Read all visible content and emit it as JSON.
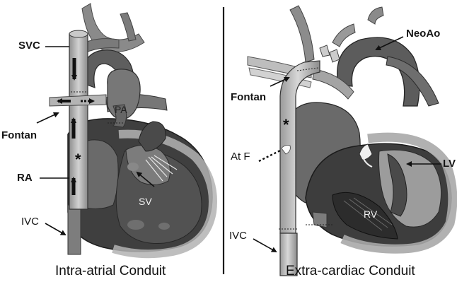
{
  "panels": [
    {
      "caption": "Intra-atrial Conduit",
      "labels": {
        "svc": "SVC",
        "fontan": "Fontan",
        "ra": "RA",
        "ivc": "IVC",
        "pa": "PA",
        "sv": "SV",
        "star": "*"
      }
    },
    {
      "caption": "Extra-cardiac Conduit",
      "labels": {
        "neoao": "NeoAo",
        "fontan": "Fontan",
        "atf": "At F",
        "lv": "LV",
        "rv": "RV",
        "ivc": "IVC",
        "star": "*"
      }
    }
  ],
  "colors": {
    "heart_dark": "#3c3c3c",
    "heart_mid": "#6a6a6a",
    "vessel_light": "#b9b9b9",
    "wall_light": "#a9a9a9",
    "divider": "#1a1a1a"
  }
}
